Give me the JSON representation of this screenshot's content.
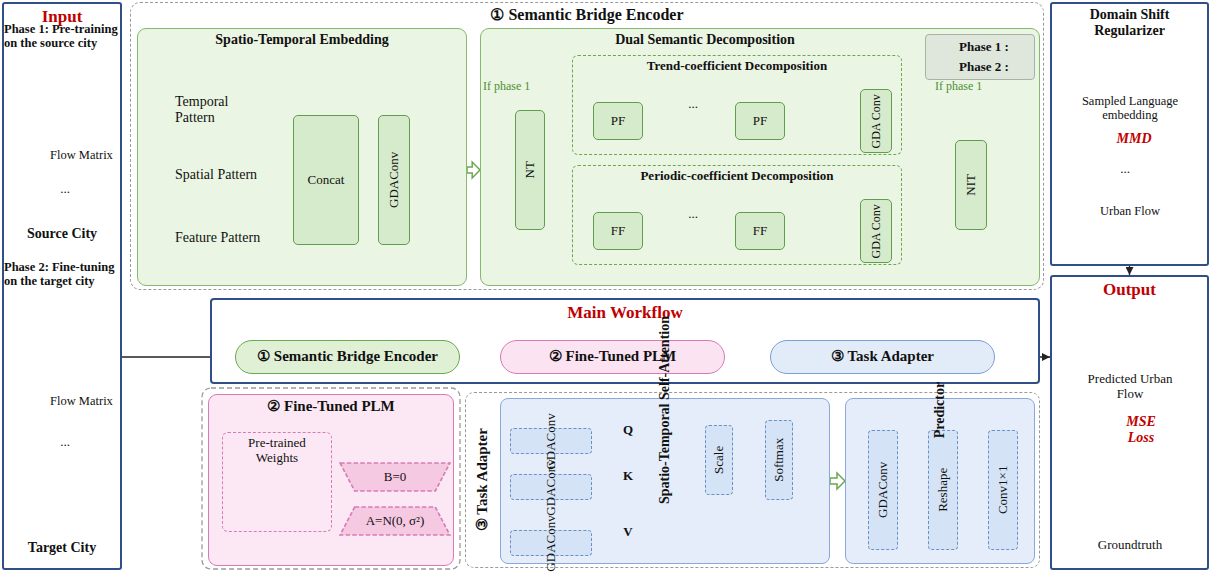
{
  "diagram": {
    "nodes": [
      {
        "text": [
          "Input"
        ]
      },
      {
        "text": [
          "① Semantic Bridge Encoder"
        ]
      },
      {
        "text": [
          "Spatio-Temporal Embedding"
        ],
        "in": 1
      },
      {
        "text": [
          "Temporal Pattern"
        ],
        "in": 2
      },
      {
        "text": [
          "Spatial Pattern"
        ],
        "in": 2
      },
      {
        "text": [
          "Feature Pattern"
        ],
        "in": 2
      },
      {
        "text": [
          "Concat"
        ],
        "in": 2
      },
      {
        "text": [
          "GDAConv"
        ],
        "in": 2
      },
      {
        "text": [
          "Dual Semantic Decomposition"
        ],
        "in": 1
      },
      {
        "text": [
          "Phase 1 :",
          "Phase 2 :"
        ],
        "in": 8
      },
      {
        "text": [
          "NT"
        ],
        "in": 8
      },
      {
        "text": [
          "Trend-coefficient Decomposition"
        ],
        "in": 8
      },
      {
        "text": [
          "PF"
        ],
        "in": 11
      },
      {
        "text": [
          "PF"
        ],
        "in": 11
      },
      {
        "text": [
          "GDA Conv"
        ],
        "in": 11
      },
      {
        "text": [
          "Periodic-coefficient Decomposition"
        ],
        "in": 8
      },
      {
        "text": [
          "FF"
        ],
        "in": 15
      },
      {
        "text": [
          "FF"
        ],
        "in": 15
      },
      {
        "text": [
          "GDA Conv"
        ],
        "in": 15
      },
      {
        "text": [
          "NIT"
        ],
        "in": 8
      },
      {
        "text": [
          "Domain Shift Regularizer"
        ]
      },
      {
        "text": [
          "Output"
        ]
      },
      {
        "text": [
          "Main Workflow"
        ]
      },
      {
        "text": [
          "① Semantic Bridge Encoder"
        ],
        "in": 22
      },
      {
        "text": [
          "② Fine-Tuned PLM"
        ],
        "in": 22
      },
      {
        "text": [
          "③ Task Adapter"
        ],
        "in": 22
      },
      {
        "text": [
          "② Fine-Tuned PLM"
        ]
      },
      {
        "text": [
          "Pre-trained Weights"
        ],
        "in": 26
      },
      {
        "text": [
          "B=0"
        ],
        "in": 26
      },
      {
        "text": [
          "A=N(0, σ²)"
        ],
        "in": 26
      },
      {
        "text": [
          "③ Task Adapter"
        ]
      },
      {
        "text": [
          "Spatio-Temporal Self-Attention"
        ],
        "in": 30
      },
      {
        "text": [
          "GDAConv"
        ],
        "in": 31
      },
      {
        "text": [
          "GDAConv"
        ],
        "in": 31
      },
      {
        "text": [
          "GDAConv"
        ],
        "in": 31
      },
      {
        "text": [
          "Scale"
        ],
        "in": 31
      },
      {
        "text": [
          "Softmax"
        ],
        "in": 31
      },
      {
        "text": [
          "Predictor"
        ],
        "in": 30
      },
      {
        "text": [
          "GDAConv"
        ],
        "in": 37
      },
      {
        "text": [
          "Reshape"
        ],
        "in": 37
      },
      {
        "text": [
          "Conv1×1"
        ],
        "in": 37
      }
    ],
    "edges": [
      {
        "from": 3,
        "to": 6,
        "arrow": "to"
      },
      {
        "from": 4,
        "to": 6,
        "arrow": "to"
      },
      {
        "from": 5,
        "to": 6,
        "arrow": "to"
      },
      {
        "from": 6,
        "to": 7,
        "arrow": "to"
      },
      {
        "from": 2,
        "to": 8,
        "arrow": "to"
      },
      {
        "from": 10,
        "to": 12,
        "arrow": "to"
      },
      {
        "from": 12,
        "to": 13,
        "arrow": "to"
      },
      {
        "from": 13,
        "to": 14,
        "arrow": "to"
      },
      {
        "from": 10,
        "to": 16,
        "arrow": "to"
      },
      {
        "from": 16,
        "to": 17,
        "arrow": "to"
      },
      {
        "from": 17,
        "to": 18,
        "arrow": "to"
      },
      {
        "from": 14,
        "to": 19,
        "arrow": "to"
      },
      {
        "from": 18,
        "to": 19,
        "arrow": "to"
      },
      {
        "from": 0,
        "to": 23,
        "arrow": "to"
      },
      {
        "from": 23,
        "to": 24,
        "arrow": "to"
      },
      {
        "from": 24,
        "to": 25,
        "arrow": "to"
      },
      {
        "from": 25,
        "to": 21,
        "arrow": "to"
      },
      {
        "from": 20,
        "to": 21,
        "arrow": "to"
      },
      {
        "from": 31,
        "to": 37,
        "arrow": "to"
      },
      {
        "from": 32,
        "to": 35,
        "arrow": "to"
      },
      {
        "from": 33,
        "to": 35,
        "arrow": "to"
      },
      {
        "from": 35,
        "to": 36,
        "arrow": "to"
      },
      {
        "from": 38,
        "to": 39,
        "arrow": "to"
      },
      {
        "from": 39,
        "to": 40,
        "arrow": "to"
      }
    ],
    "labels": [
      "Phase 1: Pre-training on the source city",
      "Flow Matrix",
      "...",
      "Source City",
      "Phase 2: Fine-tuning on the target city",
      "Flow Matrix",
      "...",
      "Target City",
      "If phase 1",
      "If phase 1",
      "...",
      "...",
      "Sampled Language embedding",
      "MMD",
      "...",
      "Urban Flow",
      "Predicted Urban Flow",
      "MSE Loss",
      "Groundtruth",
      "Q",
      "K",
      "V"
    ]
  }
}
